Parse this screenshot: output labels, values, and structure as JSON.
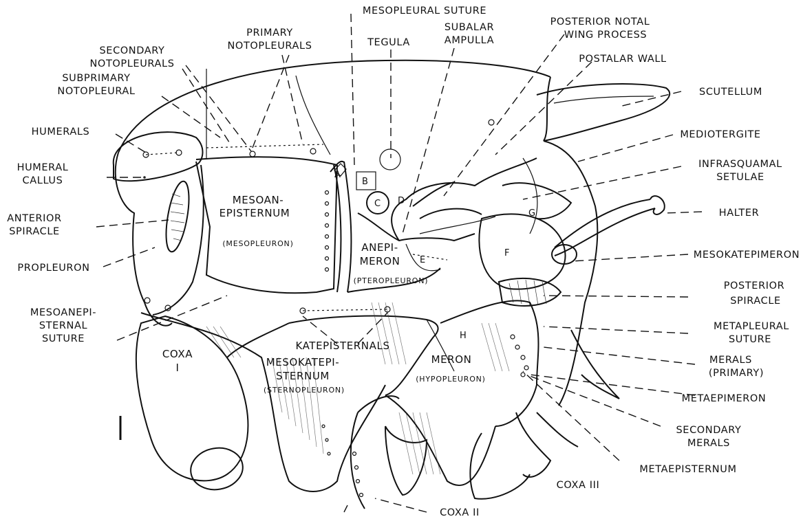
{
  "labels": {
    "mesopleural_suture": "MESOPLEURAL SUTURE",
    "primary_notopleurals_1": "PRIMARY",
    "primary_notopleurals_2": "NOTOPLEURALS",
    "tegula": "TEGULA",
    "subalar_ampulla_1": "SUBALAR",
    "subalar_ampulla_2": "AMPULLA",
    "posterior_notal_1": "POSTERIOR NOTAL",
    "posterior_notal_2": "WING PROCESS",
    "postalar_wall": "POSTALAR WALL",
    "secondary_notopleurals_1": "SECONDARY",
    "secondary_notopleurals_2": "NOTOPLEURALS",
    "subprimary_notopleural_1": "SUBPRIMARY",
    "subprimary_notopleural_2": "NOTOPLEURAL",
    "scutellum": "SCUTELLUM",
    "humerals": "HUMERALS",
    "mediotergite": "MEDIOTERGITE",
    "infrasquamal_1": "INFRASQUAMAL",
    "infrasquamal_2": "SETULAE",
    "humeral_callus_1": "HUMERAL",
    "humeral_callus_2": "CALLUS",
    "halter": "HALTER",
    "anterior_spiracle_1": "ANTERIOR",
    "anterior_spiracle_2": "SPIRACLE",
    "propleuron": "PROPLEURON",
    "mesokatepimeron": "MESOKATEPIMERON",
    "posterior_spiracle_1": "POSTERIOR",
    "posterior_spiracle_2": "SPIRACLE",
    "mesoanepisternal_1": "MESOANEPI-",
    "mesoanepisternal_2": "STERNAL",
    "mesoanepisternal_3": "SUTURE",
    "metapleural_1": "METAPLEURAL",
    "metapleural_2": "SUTURE",
    "merals_1": "MERALS",
    "merals_2": "(PRIMARY)",
    "metaepimeron": "METAEPIMERON",
    "secondary_merals_1": "SECONDARY",
    "secondary_merals_2": "MERALS",
    "metaepisternum": "METAEPISTERNUM",
    "coxa_iii": "COXA III",
    "coxa_ii": "COXA II",
    "coxa_i_1": "COXA",
    "coxa_i_2": "I",
    "mesoanepisternum_1": "MESOAN-",
    "mesoanepisternum_2": "EPISTERNUM",
    "mesopleuron": "(MESOPLEURON)",
    "anepimeron_1": "ANEPI-",
    "anepimeron_2": "MERON",
    "pteropleuron": "(PTEROPLEURON)",
    "katepisternals": "KATEPISTERNALS",
    "mesokatepisternum_1": "MESOKATEPI-",
    "mesokatepisternum_2": "STERNUM",
    "sternopleuron": "(STERNOPLEURON)",
    "meron": "MERON",
    "hypopleuron": "(HYPOPLEURON)",
    "letter_a": "A",
    "letter_b": "B",
    "letter_c": "C",
    "letter_d": "D",
    "letter_e": "E",
    "letter_f": "F",
    "letter_g": "G",
    "letter_h": "H",
    "scale_bar": "I"
  }
}
